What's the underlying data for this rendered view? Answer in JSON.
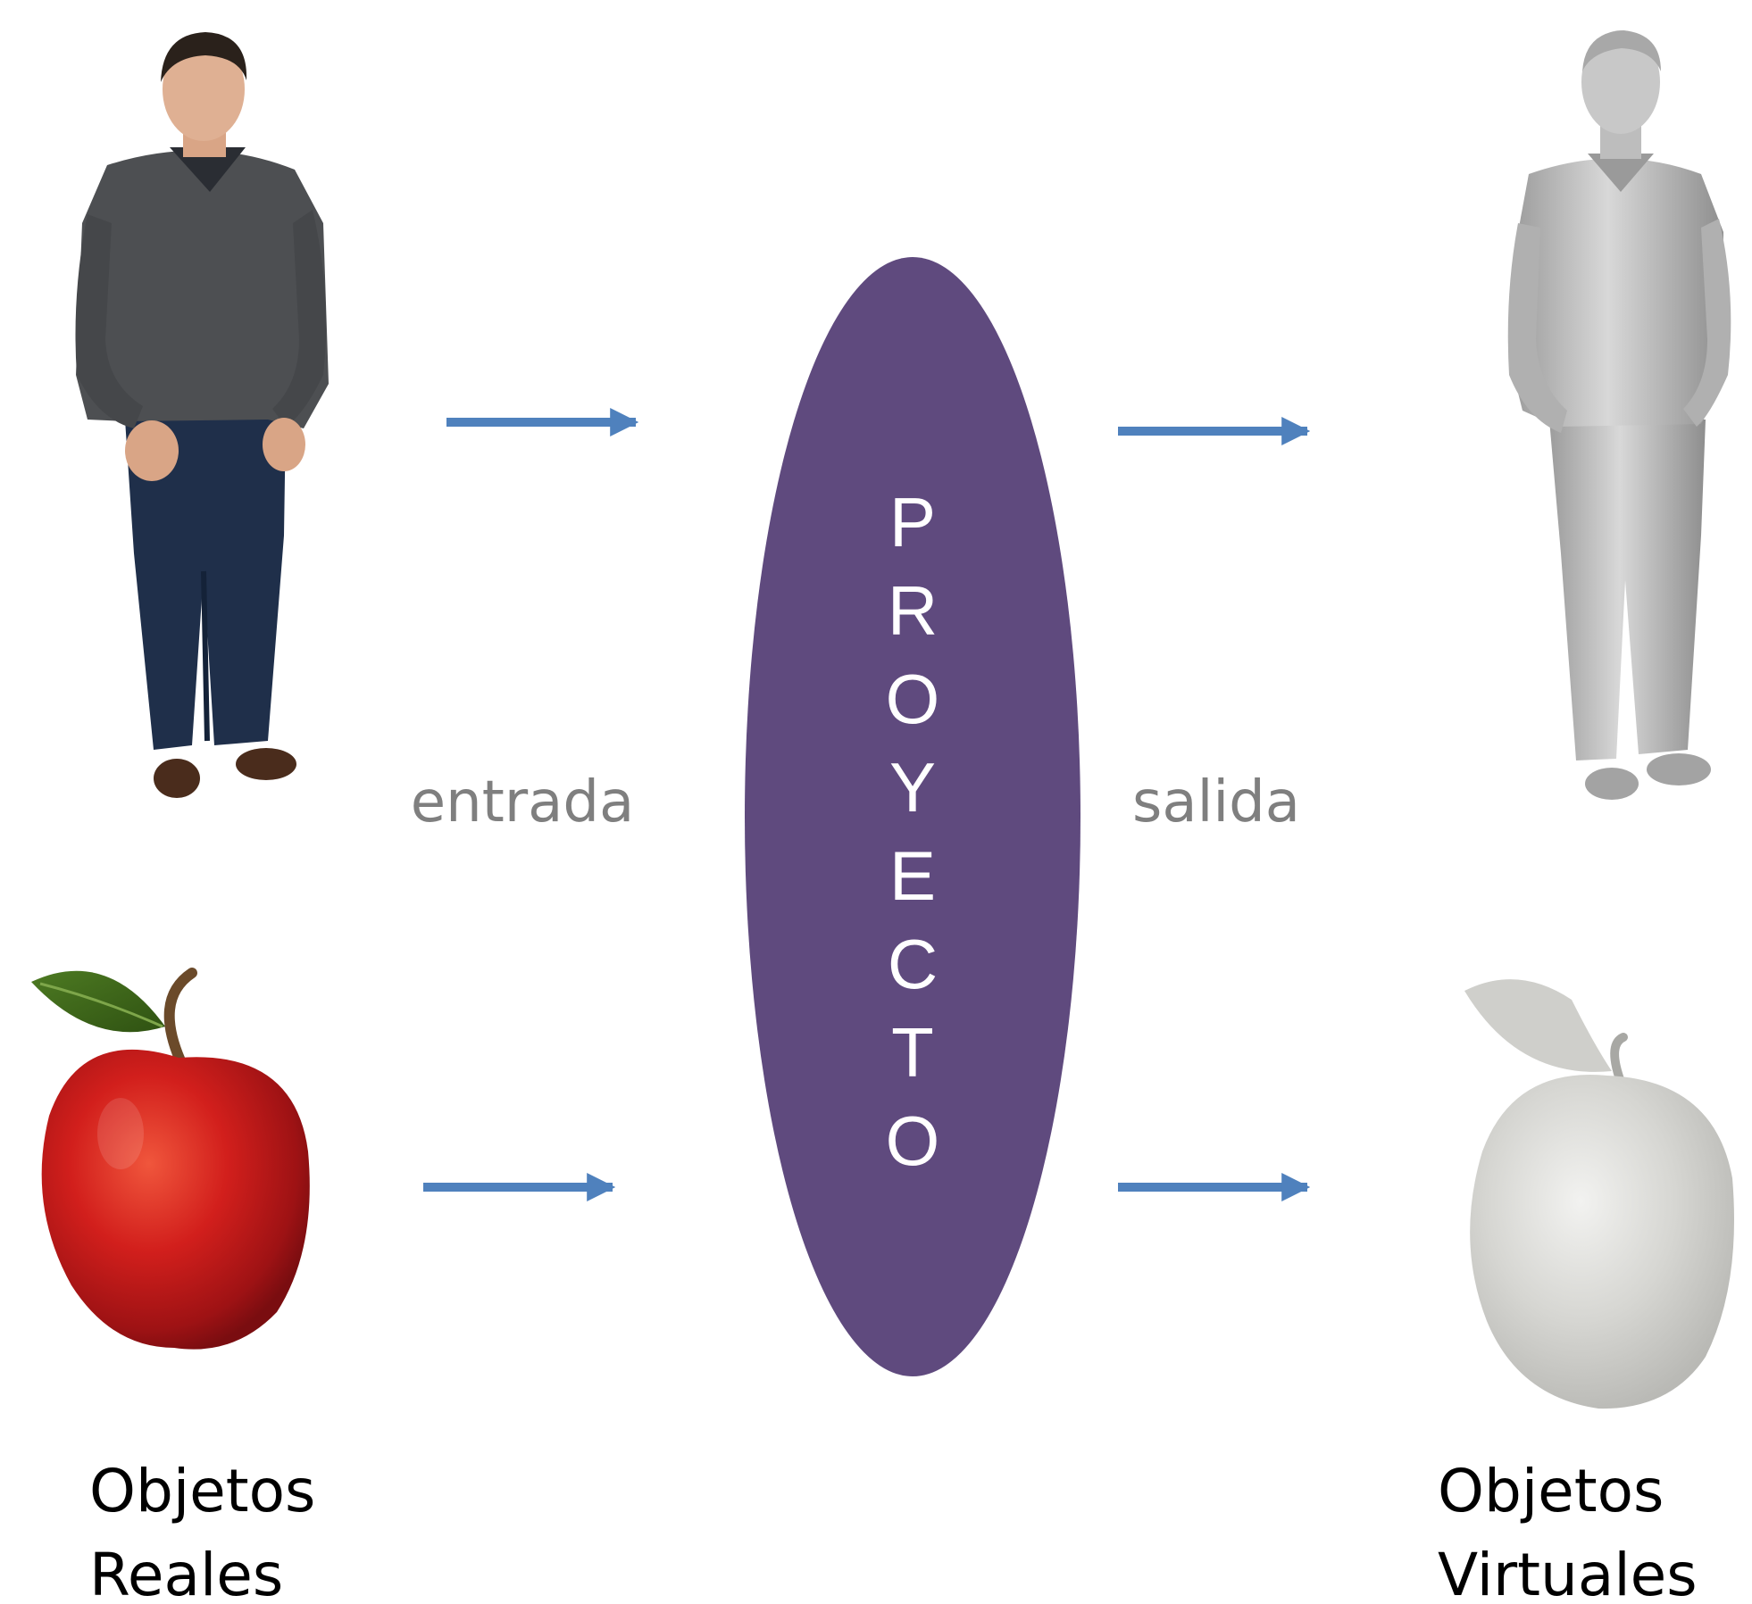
{
  "diagram": {
    "center_label": "PROYECTO",
    "input_label": "entrada",
    "output_label": "salida",
    "left_caption": [
      "Objetos",
      "Reales"
    ],
    "right_caption": [
      "Objetos",
      "Virtuales"
    ]
  },
  "colors": {
    "ellipse": "#5f4a7e",
    "arrow": "#4f81bd",
    "flow_label": "#7f7f7f",
    "caption": "#000000"
  },
  "items": {
    "real_objects": [
      "person-photo",
      "red-apple-photo"
    ],
    "virtual_objects": [
      "person-3d-model",
      "apple-3d-model"
    ]
  }
}
